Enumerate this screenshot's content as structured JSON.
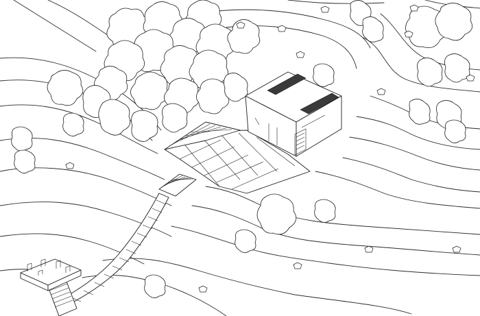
{
  "figure": {
    "kind": "axonometric site plan drawing",
    "colors": {
      "ink": "#1e1e1e",
      "background": "#ffffff",
      "roof_panels": "#3a3a3a"
    },
    "elements": [
      "contour-lines",
      "tree-cluster",
      "house",
      "solar-panels",
      "paved-terrace",
      "entry-steps",
      "timber-boardwalk",
      "viewing-platform"
    ]
  }
}
